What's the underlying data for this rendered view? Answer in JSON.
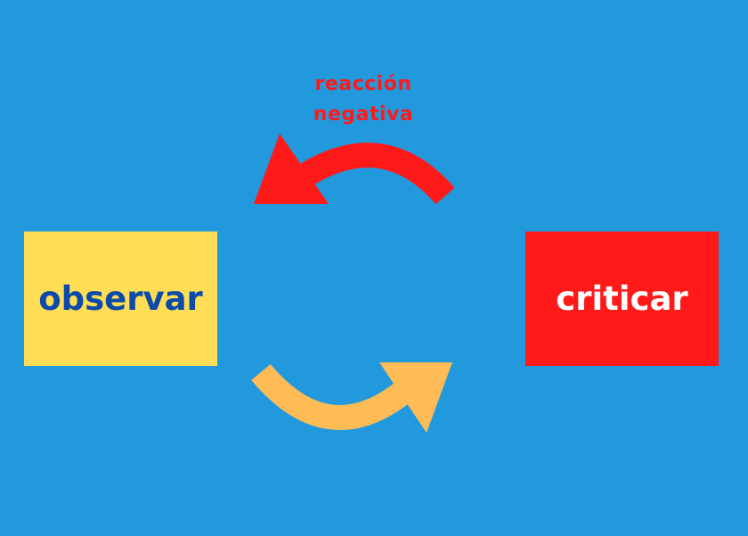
{
  "diagram": {
    "nodes": {
      "observe": {
        "label": "observar"
      },
      "criticize": {
        "label": "criticar"
      }
    },
    "feedback_label": {
      "line1": "reacción",
      "line2": "negativa"
    },
    "colors": {
      "background": "#2299dd",
      "observe_box": "#ffdd55",
      "observe_text": "#0b4aa8",
      "criticize_box": "#ff1a1a",
      "criticize_text": "#ffffff",
      "feedback_arrow": "#ff1a1a",
      "forward_arrow": "#ffbb55",
      "feedback_text": "#ff1a1a"
    },
    "edges": [
      {
        "from": "observe",
        "to": "criticize",
        "icon": "curved-arrow-right-icon"
      },
      {
        "from": "criticize",
        "to": "observe",
        "icon": "curved-arrow-left-icon",
        "label_key": "feedback_label"
      }
    ]
  }
}
